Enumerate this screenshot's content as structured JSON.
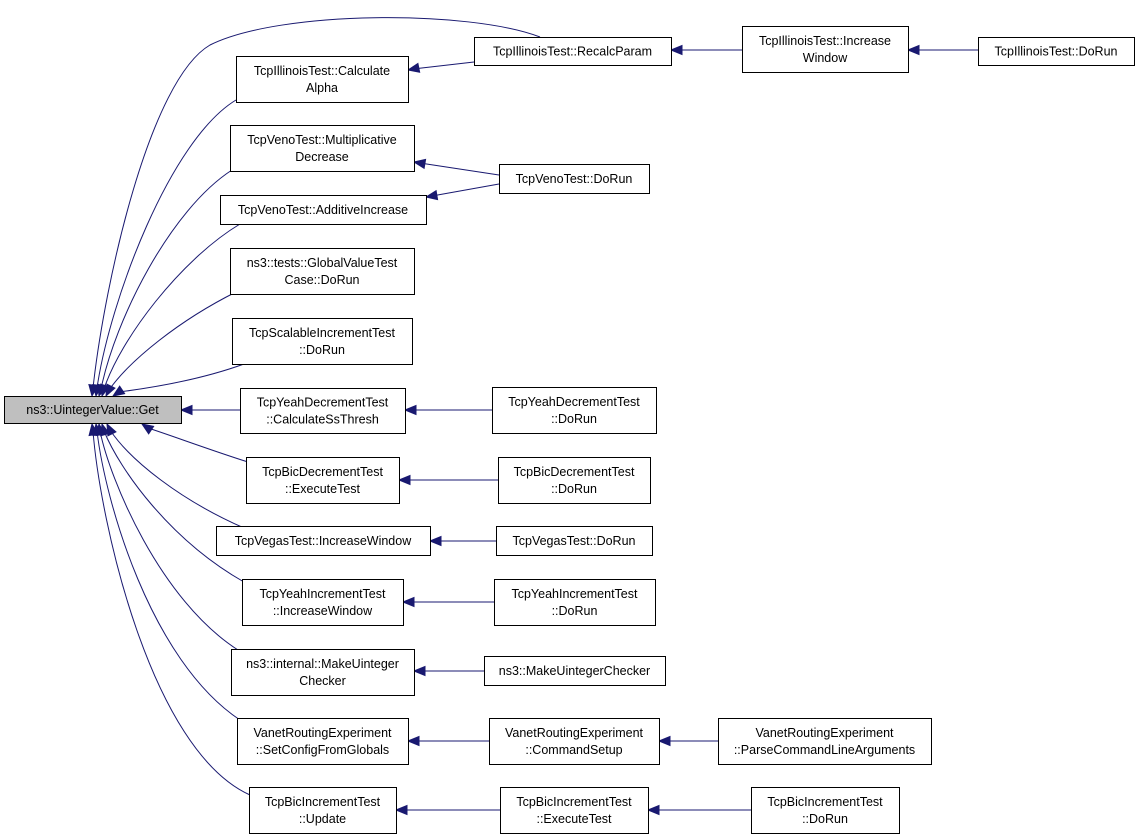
{
  "graph": {
    "edge_color": "#191970",
    "root_fill": "#bfbfbf",
    "nodes": [
      {
        "id": "root",
        "lines": [
          "ns3::UintegerValue::Get"
        ]
      },
      {
        "id": "recalc",
        "lines": [
          "TcpIllinoisTest::RecalcParam"
        ]
      },
      {
        "id": "incwin_ill",
        "lines": [
          "TcpIllinoisTest::Increase",
          "Window"
        ]
      },
      {
        "id": "ill_dorun",
        "lines": [
          "TcpIllinoisTest::DoRun"
        ]
      },
      {
        "id": "calcalpha",
        "lines": [
          "TcpIllinoisTest::Calculate",
          "Alpha"
        ]
      },
      {
        "id": "veno_mult",
        "lines": [
          "TcpVenoTest::Multiplicative",
          "Decrease"
        ]
      },
      {
        "id": "veno_add",
        "lines": [
          "TcpVenoTest::AdditiveIncrease"
        ]
      },
      {
        "id": "veno_dorun",
        "lines": [
          "TcpVenoTest::DoRun"
        ]
      },
      {
        "id": "gv_test",
        "lines": [
          "ns3::tests::GlobalValueTest",
          "Case::DoRun"
        ]
      },
      {
        "id": "scal_test",
        "lines": [
          "TcpScalableIncrementTest",
          "::DoRun"
        ]
      },
      {
        "id": "yeah_dec",
        "lines": [
          "TcpYeahDecrementTest",
          "::CalculateSsThresh"
        ]
      },
      {
        "id": "yeah_dec_dorun",
        "lines": [
          "TcpYeahDecrementTest",
          "::DoRun"
        ]
      },
      {
        "id": "bic_dec",
        "lines": [
          "TcpBicDecrementTest",
          "::ExecuteTest"
        ]
      },
      {
        "id": "bic_dec_dorun",
        "lines": [
          "TcpBicDecrementTest",
          "::DoRun"
        ]
      },
      {
        "id": "vegas_inc",
        "lines": [
          "TcpVegasTest::IncreaseWindow"
        ]
      },
      {
        "id": "vegas_dorun",
        "lines": [
          "TcpVegasTest::DoRun"
        ]
      },
      {
        "id": "yeah_inc",
        "lines": [
          "TcpYeahIncrementTest",
          "::IncreaseWindow"
        ]
      },
      {
        "id": "yeah_inc_dorun",
        "lines": [
          "TcpYeahIncrementTest",
          "::DoRun"
        ]
      },
      {
        "id": "make_internal",
        "lines": [
          "ns3::internal::MakeUinteger",
          "Checker"
        ]
      },
      {
        "id": "make_checker",
        "lines": [
          "ns3::MakeUintegerChecker"
        ]
      },
      {
        "id": "vanet_set",
        "lines": [
          "VanetRoutingExperiment",
          "::SetConfigFromGlobals"
        ]
      },
      {
        "id": "vanet_cmd",
        "lines": [
          "VanetRoutingExperiment",
          "::CommandSetup"
        ]
      },
      {
        "id": "vanet_parse",
        "lines": [
          "VanetRoutingExperiment",
          "::ParseCommandLineArguments"
        ]
      },
      {
        "id": "bic_inc",
        "lines": [
          "TcpBicIncrementTest",
          "::Update"
        ]
      },
      {
        "id": "bic_inc_exec",
        "lines": [
          "TcpBicIncrementTest",
          "::ExecuteTest"
        ]
      },
      {
        "id": "bic_inc_dorun",
        "lines": [
          "TcpBicIncrementTest",
          "::DoRun"
        ]
      }
    ]
  }
}
